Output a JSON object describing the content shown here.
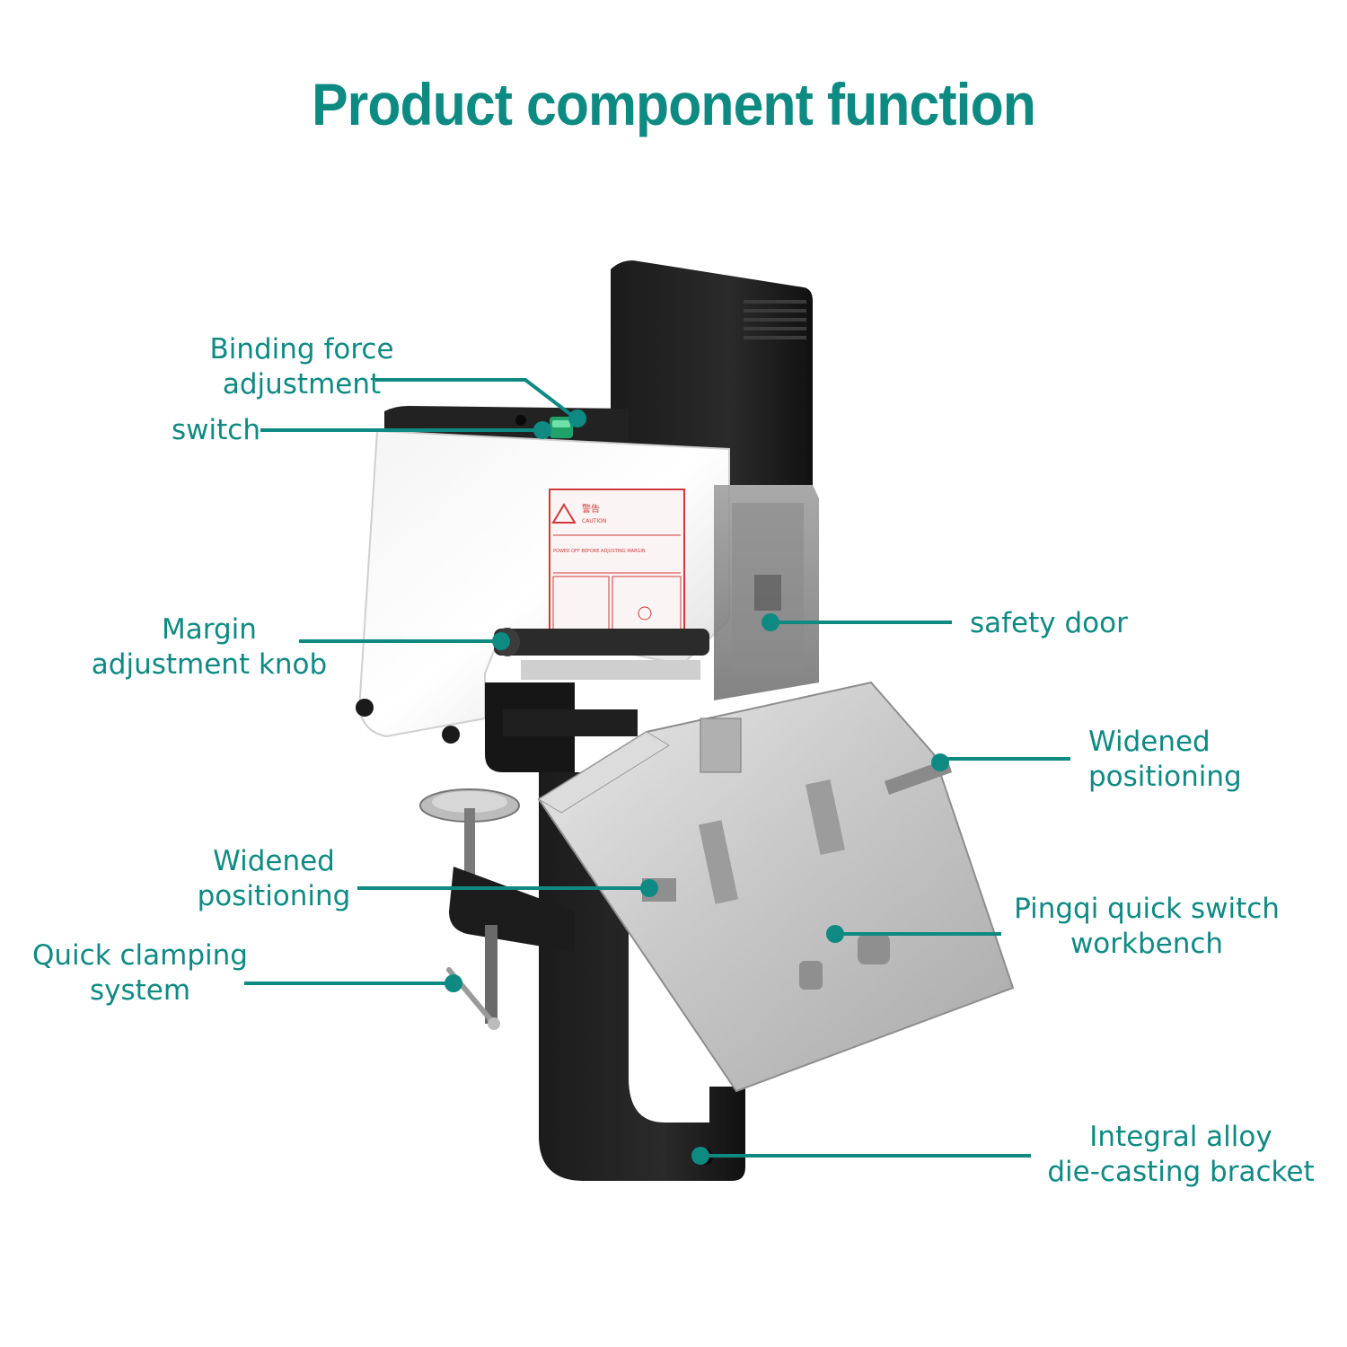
{
  "title": "Product component function",
  "accent_color": "#0e8a83",
  "labels": {
    "binding_force": [
      "Binding force",
      "adjustment"
    ],
    "switch": "switch",
    "margin_knob": [
      "Margin",
      "adjustment knob"
    ],
    "widened_left": [
      "Widened",
      "positioning"
    ],
    "quick_clamp": [
      "Quick clamping",
      "system"
    ],
    "safety_door": "safety door",
    "widened_right": [
      "Widened",
      "positioning"
    ],
    "workbench": [
      "Pingqi quick switch",
      "workbench"
    ],
    "bracket": [
      "Integral alloy",
      "die-casting bracket"
    ]
  },
  "warning_sticker": {
    "heading": "警告",
    "sub": "CAUTION",
    "line": "POWER OFF BEFORE ADJUSTING MARGIN"
  }
}
